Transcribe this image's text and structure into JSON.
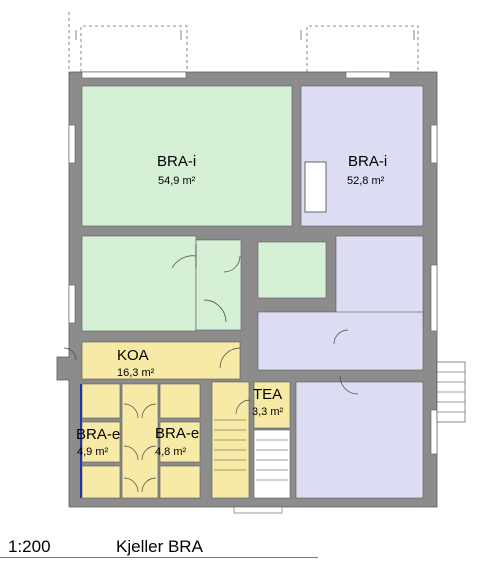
{
  "colors": {
    "wall": "#8c8c8c",
    "wall_edge": "#5a5a5a",
    "bra_i_green": "#d6f0d6",
    "bra_i_purple": "#dcdcf2",
    "koa_yellow": "#f6eaa6",
    "storage_yellow": "#f6eaa6",
    "accent_blue": "#2233aa"
  },
  "rooms": {
    "bra_i_west": {
      "name": "BRA-i",
      "area": "54,9 m²"
    },
    "bra_i_east": {
      "name": "BRA-i",
      "area": "52,8 m²"
    },
    "koa": {
      "name": "KOA",
      "area": "16,3 m²"
    },
    "tea": {
      "name": "TEA",
      "area": "3,3 m²"
    },
    "bra_e_left": {
      "name": "BRA-e",
      "area": "4,9 m²"
    },
    "bra_e_right": {
      "name": "BRA-e",
      "area": "4,8 m²"
    }
  },
  "footer": {
    "scale": "1:200",
    "title": "Kjeller BRA"
  }
}
